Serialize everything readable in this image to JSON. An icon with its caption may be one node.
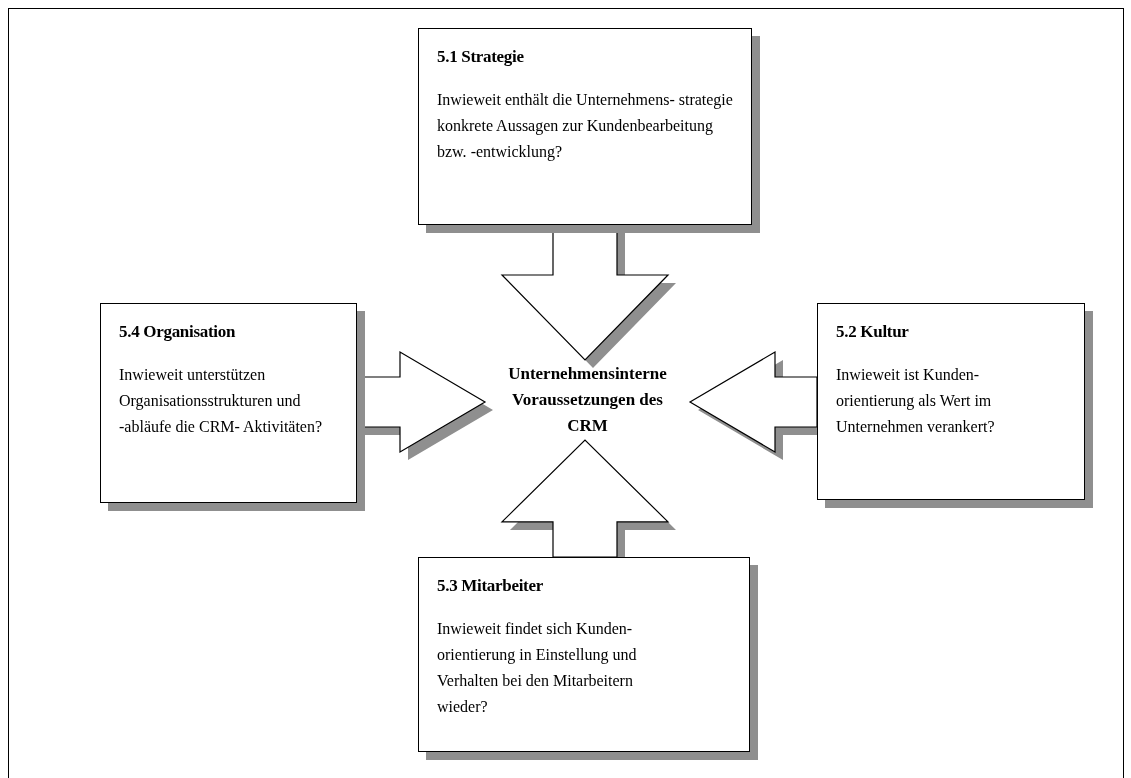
{
  "diagram": {
    "nodes": [
      {
        "text": [
          "5.1 Strategie",
          "Inwieweit enthält die Unternehmens- strategie konkrete Aussagen zur Kundenbearbeitung bzw. -entwicklung?"
        ]
      },
      {
        "text": [
          "5.4 Organisation",
          "Inwieweit unterstützen Organisationsstrukturen und -abläufe die CRM- Aktivitäten?"
        ]
      },
      {
        "text": [
          "Unternehmensinterne Voraussetzungen des CRM"
        ]
      },
      {
        "text": [
          "5.2 Kultur",
          "Inwieweit ist Kunden- orientierung als Wert im Unternehmen verankert?"
        ]
      },
      {
        "text": [
          "5.3 Mitarbeiter",
          "Inwieweit findet sich Kunden- orientierung in Einstellung und Verhalten bei den Mitarbeitern wieder?"
        ]
      }
    ],
    "edges": [
      {
        "from": 0,
        "to": 2,
        "arrow": "to"
      },
      {
        "from": 1,
        "to": 2,
        "arrow": "to"
      },
      {
        "from": 3,
        "to": 2,
        "arrow": "to"
      },
      {
        "from": 4,
        "to": 2,
        "arrow": "to"
      }
    ]
  }
}
